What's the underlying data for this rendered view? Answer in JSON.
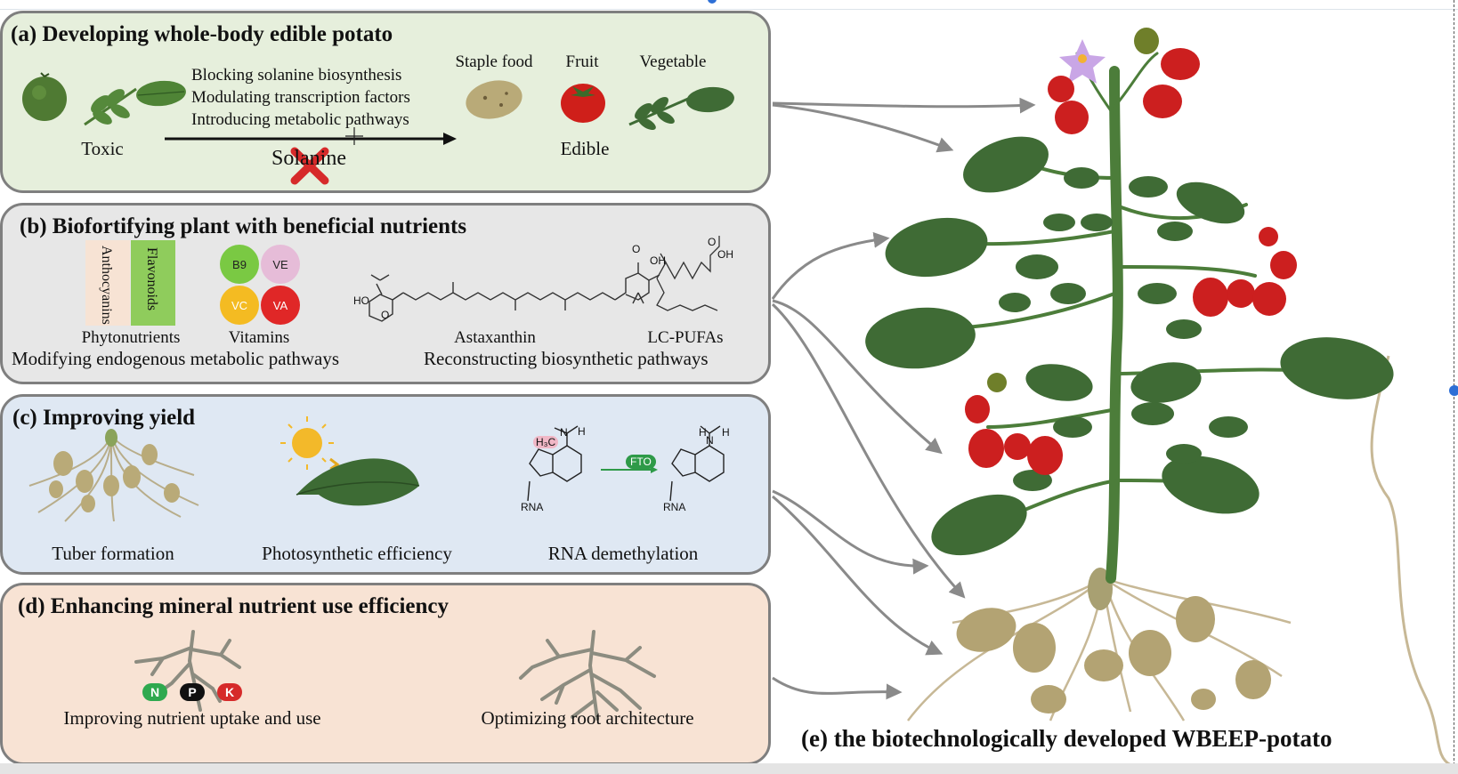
{
  "panel_a": {
    "title": "(a) Developing whole-body edible potato",
    "toxic": "Toxic",
    "steps": [
      "Blocking solanine biosynthesis",
      "Modulating transcription factors",
      "Introducing metabolic pathways"
    ],
    "solanine": "Solanine",
    "uses": [
      "Staple food",
      "Fruit",
      "Vegetable"
    ],
    "edible": "Edible"
  },
  "panel_b": {
    "title": "(b) Biofortifying plant with beneficial nutrients",
    "bar_labels": [
      "Anthocyanins",
      "Flavonoids"
    ],
    "vitamins": [
      "B9",
      "VE",
      "VC",
      "VA"
    ],
    "items": [
      "Phytonutrients",
      "Vitamins",
      "Astaxanthin",
      "LC-PUFAs"
    ],
    "left_caption": "Modifying endogenous metabolic pathways",
    "right_caption": "Reconstructing biosynthetic pathways",
    "mol_labels": [
      "HO",
      "O",
      "O",
      "OH",
      "O",
      "OH"
    ]
  },
  "panel_c": {
    "title": "(c) Improving  yield",
    "items": [
      "Tuber formation",
      "Photosynthetic efficiency",
      "RNA demethylation"
    ],
    "enzyme": "FTO",
    "mol_labels": {
      "methyl": "H₃C",
      "n": "N",
      "h": "H",
      "rna": "RNA"
    }
  },
  "panel_d": {
    "title": "(d) Enhancing mineral nutrient use efficiency",
    "nutrients": [
      "N",
      "P",
      "K"
    ],
    "items": [
      "Improving nutrient uptake and use",
      "Optimizing root architecture"
    ]
  },
  "panel_e": {
    "title": "(e) the biotechnologically developed WBEEP-potato"
  },
  "colors": {
    "panel_a_bg": "#e6efdc",
    "panel_b_bg": "#e7e7e7",
    "panel_c_bg": "#dfe8f3",
    "panel_d_bg": "#f8e3d4",
    "leaf": "#3f6b35",
    "tomato": "#cc1f1f",
    "potato": "#b3a373",
    "root": "#c7b896",
    "arrow": "#8a8a8a"
  }
}
